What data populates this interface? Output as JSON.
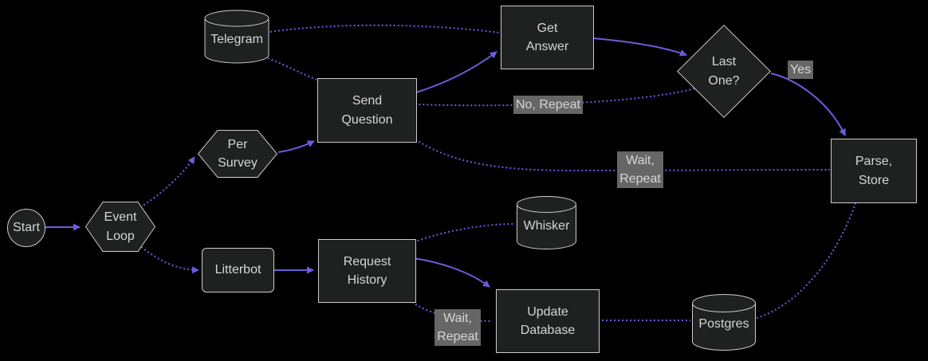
{
  "diagram": {
    "type": "flowchart",
    "colors": {
      "bg": "#000000",
      "node_fill": "#1f2020",
      "node_border": "#cccccc",
      "text": "#d6d6d6",
      "edge": "#6c5ce0",
      "label_bg": "#666666"
    },
    "nodes": {
      "start": {
        "label": "Start",
        "shape": "circle"
      },
      "event_loop": {
        "label": "Event Loop",
        "shape": "hexagon"
      },
      "per_survey": {
        "label": "Per Survey",
        "shape": "hexagon"
      },
      "litterbot": {
        "label": "Litterbot",
        "shape": "rounded-rect"
      },
      "telegram": {
        "label": "Telegram",
        "shape": "cylinder"
      },
      "send_question": {
        "label": "Send Question",
        "shape": "rect"
      },
      "get_answer": {
        "label": "Get Answer",
        "shape": "rect"
      },
      "last_one": {
        "label": "Last One?",
        "shape": "diamond"
      },
      "parse_store": {
        "label": "Parse, Store",
        "shape": "rect"
      },
      "whisker": {
        "label": "Whisker",
        "shape": "cylinder"
      },
      "request_history": {
        "label": "Request History",
        "shape": "rect"
      },
      "update_database": {
        "label": "Update Database",
        "shape": "rect"
      },
      "postgres": {
        "label": "Postgres",
        "shape": "cylinder"
      }
    },
    "edge_labels": {
      "yes": "Yes",
      "no_repeat": "No, Repeat",
      "wait_repeat_top": "Wait, Repeat",
      "wait_repeat_bottom": "Wait, Repeat"
    },
    "edges": [
      {
        "from": "start",
        "to": "event_loop",
        "style": "solid",
        "arrow": true
      },
      {
        "from": "event_loop",
        "to": "per_survey",
        "style": "dotted",
        "arrow": true
      },
      {
        "from": "event_loop",
        "to": "litterbot",
        "style": "dotted",
        "arrow": true
      },
      {
        "from": "per_survey",
        "to": "send_question",
        "style": "solid",
        "arrow": true
      },
      {
        "from": "telegram",
        "to": "send_question",
        "style": "dotted",
        "arrow": false
      },
      {
        "from": "telegram",
        "to": "get_answer",
        "style": "dotted",
        "arrow": false
      },
      {
        "from": "send_question",
        "to": "get_answer",
        "style": "solid",
        "arrow": true
      },
      {
        "from": "get_answer",
        "to": "last_one",
        "style": "solid",
        "arrow": true
      },
      {
        "from": "last_one",
        "to": "parse_store",
        "style": "solid",
        "arrow": true,
        "label": "Yes"
      },
      {
        "from": "last_one",
        "to": "send_question",
        "style": "dotted",
        "arrow": false,
        "label": "No, Repeat"
      },
      {
        "from": "send_question",
        "to": "parse_store",
        "style": "dotted",
        "arrow": false,
        "label": "Wait, Repeat"
      },
      {
        "from": "litterbot",
        "to": "request_history",
        "style": "solid",
        "arrow": true
      },
      {
        "from": "request_history",
        "to": "whisker",
        "style": "dotted",
        "arrow": false
      },
      {
        "from": "request_history",
        "to": "update_database",
        "style": "solid",
        "arrow": true
      },
      {
        "from": "request_history",
        "to": "update_database",
        "style": "dotted",
        "arrow": false,
        "label": "Wait, Repeat"
      },
      {
        "from": "update_database",
        "to": "postgres",
        "style": "dotted",
        "arrow": false
      },
      {
        "from": "postgres",
        "to": "parse_store",
        "style": "dotted",
        "arrow": false
      }
    ]
  }
}
